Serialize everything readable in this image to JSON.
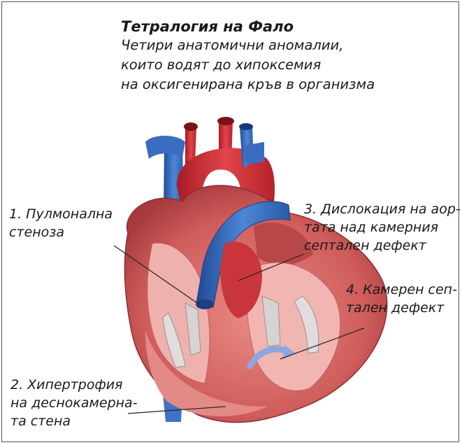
{
  "header": {
    "title": "Тетралогия на Фало",
    "subtitle_lines": [
      "Четири анатомични аномалии,",
      "които водят до хипоксемия",
      "на оксигенирана кръв в организма"
    ]
  },
  "labels": [
    {
      "id": "pulmonary-stenosis",
      "lines": [
        "1. Пулмонална",
        "стеноза"
      ]
    },
    {
      "id": "rv-hypertrophy",
      "lines": [
        "2. Хипертрофия",
        "на деснокамерна-",
        "та стена"
      ]
    },
    {
      "id": "aorta-dislocation",
      "lines": [
        "3. Дислокация на аор-",
        "тата над камерния",
        "септален дефект"
      ]
    },
    {
      "id": "vsd",
      "lines": [
        "4. Камерен сеп-",
        "тален дефект"
      ]
    }
  ],
  "colors": {
    "aorta_red": "#c8242c",
    "vein_blue": "#2e5fb0",
    "myocardium": "#c9585a",
    "chamber_pink": "#e8a0a0",
    "valve_gray": "#d9d4d4"
  }
}
